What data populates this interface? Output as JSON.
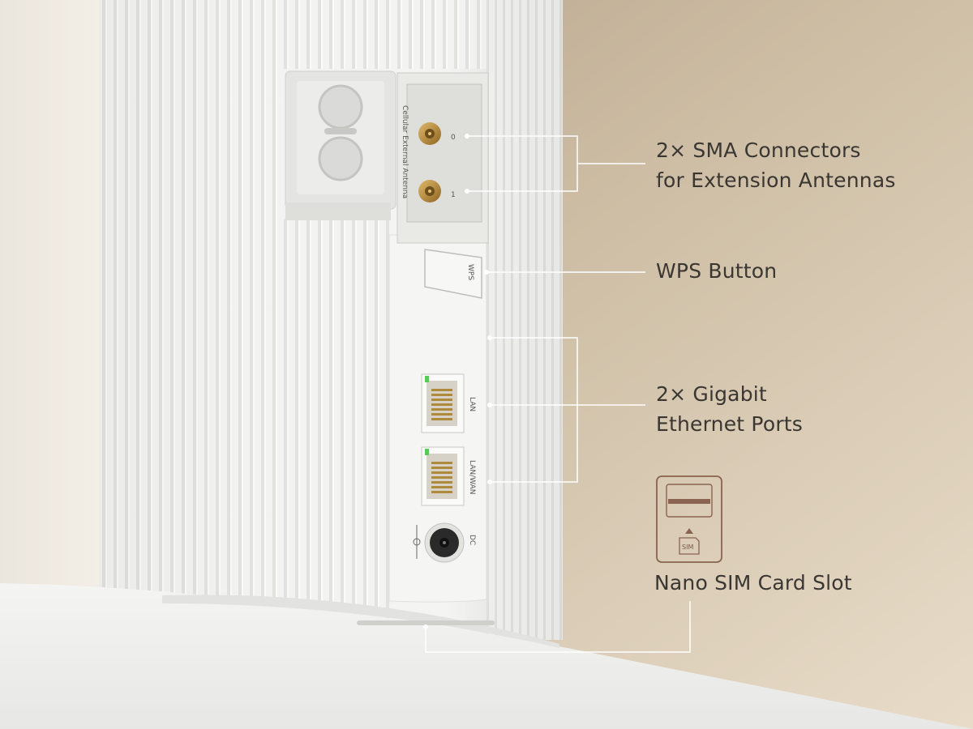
{
  "colors": {
    "background_light": "#e6d9c6",
    "background_dark": "#b3a28a",
    "device_body": "#f2f2f0",
    "label_text": "#3a3632",
    "leader_line": "#ffffff",
    "sim_icon": "#8a6450",
    "connector_gold": "#b8893a"
  },
  "callouts": [
    {
      "id": "sma",
      "lines": [
        "2× SMA Connectors",
        "for Extension Antennas"
      ]
    },
    {
      "id": "wps",
      "lines": [
        "WPS Button"
      ]
    },
    {
      "id": "ethernet",
      "lines": [
        "2× Gigabit",
        "Ethernet Ports"
      ]
    },
    {
      "id": "sim",
      "lines": [
        "Nano SIM Card Slot"
      ]
    }
  ],
  "device_markings": {
    "antenna_plate_text": "Cellular External Antenna",
    "sma_port_1": "0",
    "sma_port_2": "1",
    "wps_label": "WPS",
    "lan_label": "LAN",
    "lan_wan_label": "LAN/WAN",
    "dc_label": "DC",
    "dc_polarity_icon": "dc-polarity-icon"
  },
  "sim_icon": {
    "badge_text": "SIM",
    "icon_name": "sim-card-slot-icon"
  }
}
